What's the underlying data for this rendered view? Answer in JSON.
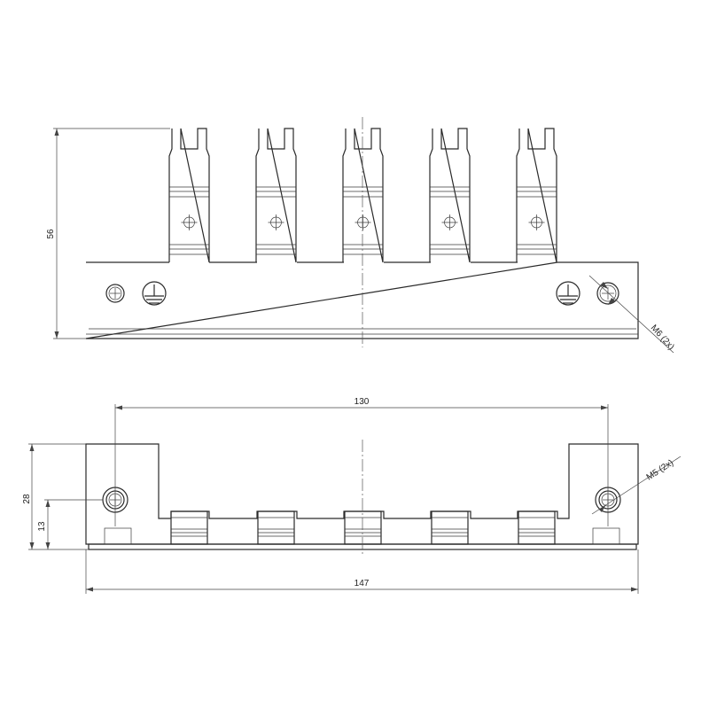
{
  "dimensions": {
    "height_total": "56",
    "pitch_holes": "130",
    "width_total": "147",
    "height_side": "28",
    "hole_height": "13"
  },
  "callouts": {
    "top_hole": "M6 (2x)",
    "side_hole": "M5 (2x)"
  },
  "terminals": {
    "count": 5
  },
  "symbols": [
    "protective-earth",
    "protective-earth"
  ]
}
